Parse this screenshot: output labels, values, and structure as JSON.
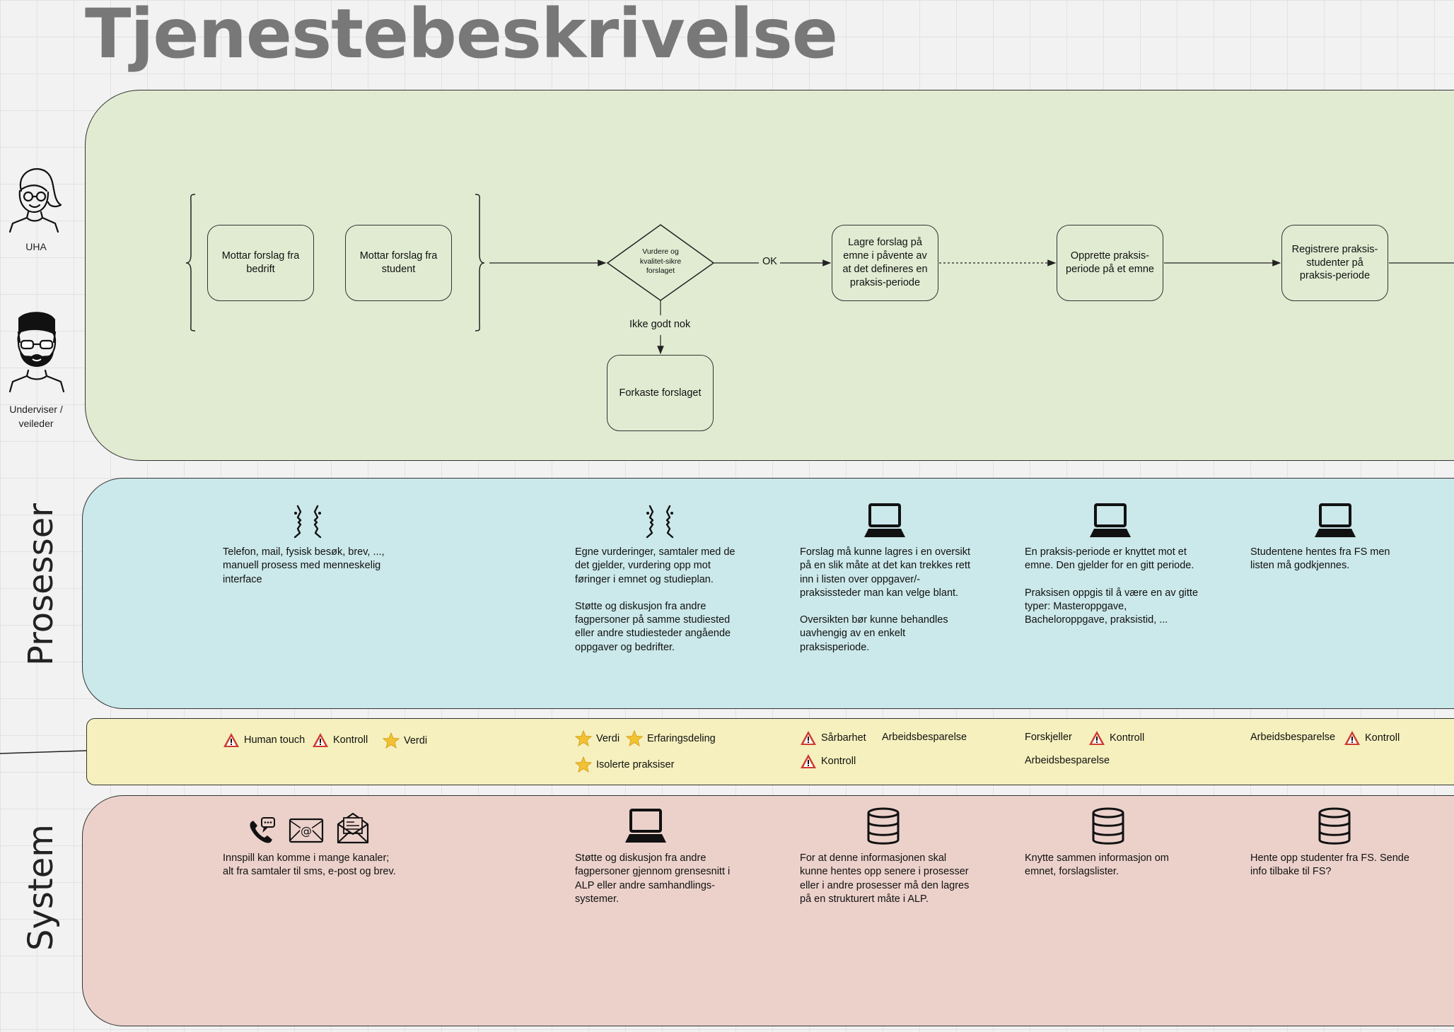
{
  "title": "Tjenestebeskrivelse",
  "actors": {
    "uha": "UHA",
    "underviser": "Underviser /\nveileder"
  },
  "lanes": {
    "prosesser": "Prosesser",
    "system": "System"
  },
  "flow": {
    "node_bedrift": "Mottar forslag fra bedrift",
    "node_student": "Mottar forslag fra student",
    "decision": "Vurdere og kvalitet-sikre forslaget",
    "edge_ok": "OK",
    "edge_not_good": "Ikke godt nok",
    "node_forkaste": "Forkaste forslaget",
    "node_lagre": "Lagre forslag på emne i påvente av at det defineres en praksis-periode",
    "node_opprette": "Opprette praksis-periode på et emne",
    "node_registrere": "Registrere praksis-studenter på praksis-periode"
  },
  "process_icons": [
    "faces-talking-icon",
    "faces-talking-icon",
    "laptop-icon",
    "laptop-icon",
    "laptop-icon"
  ],
  "process_desc": [
    [
      "Telefon, mail, fysisk besøk, brev, ..., manuell prosess med menneskelig interface"
    ],
    [
      "Egne vurderinger, samtaler med de det gjelder, vurdering opp mot føringer i emnet og studieplan.",
      "Støtte og diskusjon fra andre fagpersoner på samme studiested eller andre studiesteder angående oppgaver og bedrifter."
    ],
    [
      "Forslag må kunne lagres i en oversikt på en slik måte at det kan trekkes rett inn i listen over oppgaver/-praksissteder man kan velge blant.",
      "Oversikten bør kunne behandles uavhengig av en enkelt praksisperiode."
    ],
    [
      "En praksis-periode er knyttet mot et emne. Den gjelder for en gitt periode.",
      "Praksisen oppgis til å være en av gitte typer: Masteroppgave, Bacheloroppgave, praksistid, ..."
    ],
    [
      "Studentene hentes fra FS men listen må godkjennes."
    ]
  ],
  "eval": {
    "c1": [
      {
        "icon": "warning-icon",
        "label": "Human touch"
      },
      {
        "icon": "warning-icon",
        "label": "Kontroll"
      },
      {
        "icon": "star-icon",
        "label": "Verdi"
      }
    ],
    "c2": [
      {
        "icon": "star-icon",
        "label": "Verdi"
      },
      {
        "icon": "star-icon",
        "label": "Erfaringsdeling"
      },
      {
        "icon": "star-icon",
        "label": "Isolerte praksiser"
      }
    ],
    "c3": [
      {
        "icon": "warning-icon",
        "label": "Sårbarhet"
      },
      {
        "icon": "none",
        "label": "Arbeidsbesparelse"
      },
      {
        "icon": "warning-icon",
        "label": "Kontroll"
      }
    ],
    "c4": [
      {
        "icon": "none",
        "label": "Forskjeller"
      },
      {
        "icon": "warning-icon",
        "label": "Kontroll"
      },
      {
        "icon": "none",
        "label": "Arbeidsbesparelse"
      }
    ],
    "c5": [
      {
        "icon": "none",
        "label": "Arbeidsbesparelse"
      },
      {
        "icon": "warning-icon",
        "label": "Kontroll"
      }
    ]
  },
  "system_icons": [
    [
      "phone-chat-icon",
      "email-at-icon",
      "open-envelope-icon"
    ],
    [
      "laptop-icon"
    ],
    [
      "database-icon"
    ],
    [
      "database-icon"
    ],
    [
      "database-icon"
    ]
  ],
  "system_desc": [
    "Innspill kan komme i mange kanaler; alt fra samtaler til sms, e-post og brev.",
    "Støtte og diskusjon fra andre fagpersoner gjennom grensesnitt i ALP eller andre samhandlings-systemer.",
    "For at denne informasjonen skal kunne hentes opp senere i prosesser eller i andre prosesser må den lagres på en strukturert måte i ALP.",
    "Knytte sammen informasjon om emnet, forslagslister.",
    "Hente opp studenter fra FS. Sende info tilbake til FS?"
  ],
  "colors": {
    "lane_actor": "#e1ebd2",
    "lane_process": "#cbe8ea",
    "lane_eval": "#f5f0bd",
    "lane_system": "#ecd1cb",
    "warning": "#d03b2f",
    "star": "#f2c233",
    "title": "#787878"
  }
}
